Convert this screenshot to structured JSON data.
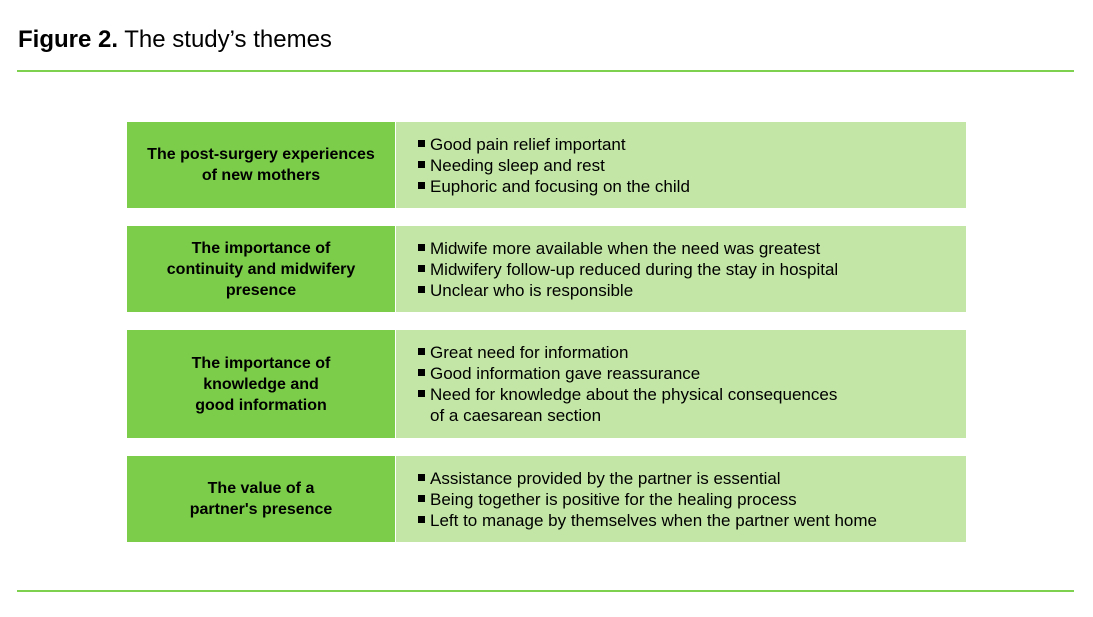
{
  "figure": {
    "label": "Figure 2.",
    "title": "The study’s themes"
  },
  "themes": [
    {
      "title_lines": [
        "The post-surgery experiences",
        "of new mothers"
      ],
      "items": [
        "Good pain relief important",
        "Needing sleep and rest",
        "Euphoric and focusing on the child"
      ]
    },
    {
      "title_lines": [
        "The importance of",
        "continuity and midwifery",
        "presence"
      ],
      "items": [
        "Midwife more available when the need was greatest",
        "Midwifery follow-up reduced during the stay in hospital",
        "Unclear who is responsible"
      ]
    },
    {
      "title_lines": [
        "The importance of",
        "knowledge and",
        "good information"
      ],
      "items": [
        "Great need for information",
        "Good information gave reassurance",
        "Need for knowledge about the physical consequences"
      ],
      "item_continuation": "of a caesarean section"
    },
    {
      "title_lines": [
        "The value of a",
        "partner's presence"
      ],
      "items": [
        "Assistance provided by the partner is essential",
        "Being together is positive for the healing process",
        "Left to  manage by themselves when the partner went home"
      ]
    }
  ],
  "colors": {
    "theme_title_bg": "#7ccd4a",
    "theme_items_bg": "#c3e6a6",
    "rule": "#7ed14f"
  }
}
